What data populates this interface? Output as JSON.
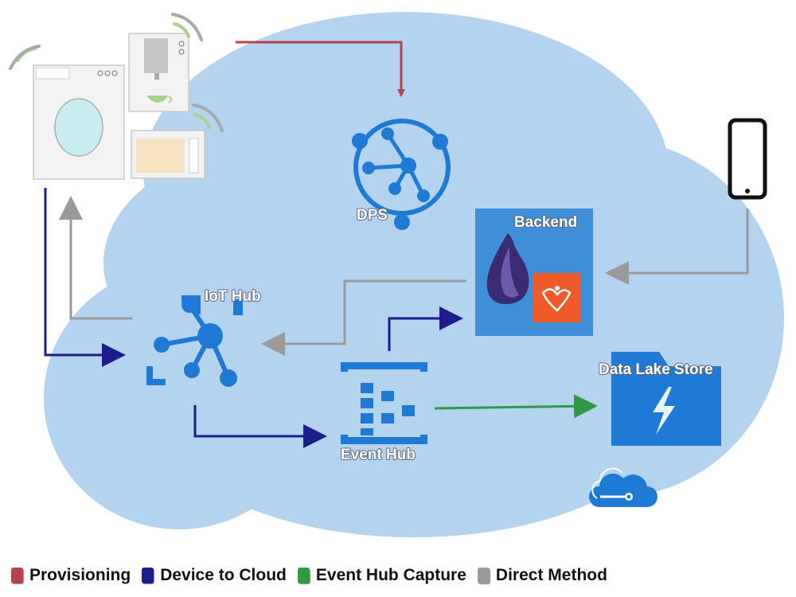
{
  "colors": {
    "provisioning": "#b5454b",
    "device_to_cloud": "#1c1c8c",
    "capture": "#2e9a44",
    "direct_method": "#9a9a9a",
    "cloud": "#b3d3ee",
    "azure_blue": "#1f7ad6"
  },
  "nodes": {
    "dps": "DPS",
    "backend": "Backend",
    "iot_hub": "IoT Hub",
    "event_hub": "Event Hub",
    "data_lake": "Data Lake Store"
  },
  "icons": [
    "washing-machine-icon",
    "coffee-machine-icon",
    "microwave-icon",
    "wifi-icon",
    "smartphone-icon",
    "dps-icon",
    "iot-hub-icon",
    "event-hub-icon",
    "data-lake-folder-icon",
    "elixir-icon",
    "phoenix-icon",
    "azure-cloud-icon"
  ],
  "legend": [
    {
      "label": "Provisioning",
      "color": "#b5454b"
    },
    {
      "label": "Device to Cloud",
      "color": "#1c1c8c"
    },
    {
      "label": "Event Hub Capture",
      "color": "#2e9a44"
    },
    {
      "label": "Direct Method",
      "color": "#9a9a9a"
    }
  ]
}
